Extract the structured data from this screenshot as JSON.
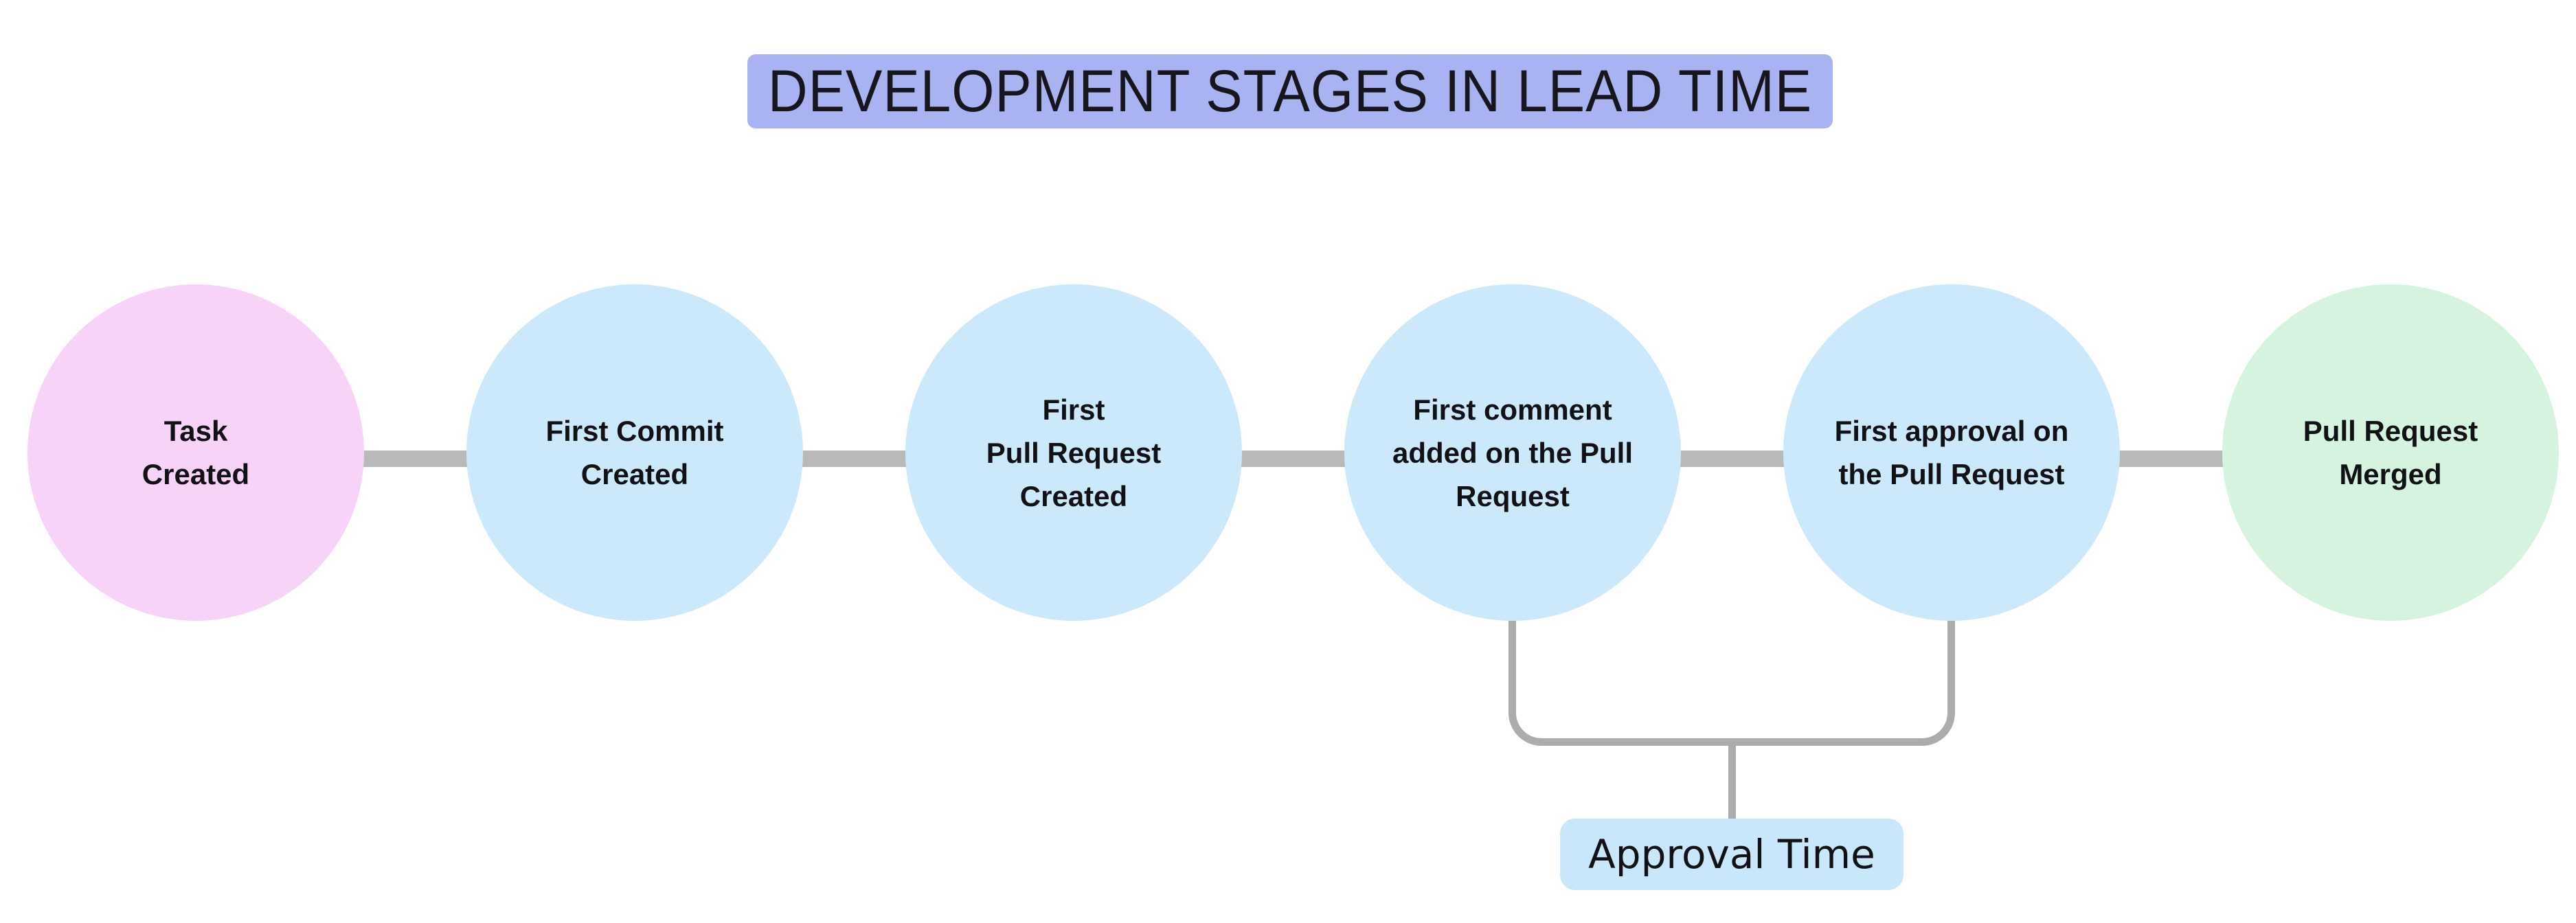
{
  "title": {
    "text": "DEVELOPMENT STAGES IN LEAD TIME",
    "bg": "#A9B3F1",
    "text_color": "#16161c"
  },
  "stages": [
    {
      "label": "Task\nCreated",
      "color": "#F7D4F7"
    },
    {
      "label": "First Commit\nCreated",
      "color": "#CBE9FB"
    },
    {
      "label": "First\nPull Request\nCreated",
      "color": "#CBE9FB"
    },
    {
      "label": "First comment\nadded on the Pull\nRequest",
      "color": "#CBE9FB"
    },
    {
      "label": "First approval on\nthe Pull Request",
      "color": "#CBE9FB"
    },
    {
      "label": "Pull Request\nMerged",
      "color": "#D5F3DE"
    }
  ],
  "annotation": {
    "label": "Approval Time",
    "bg": "#C9E7FA",
    "spans_from_stage": "First comment added on the Pull Request",
    "spans_to_stage": "First approval on the Pull Request"
  },
  "colors": {
    "connector": "#B9B9B9",
    "bracket": "#ACACAC",
    "background": "#ffffff",
    "label_text": "#121216"
  }
}
